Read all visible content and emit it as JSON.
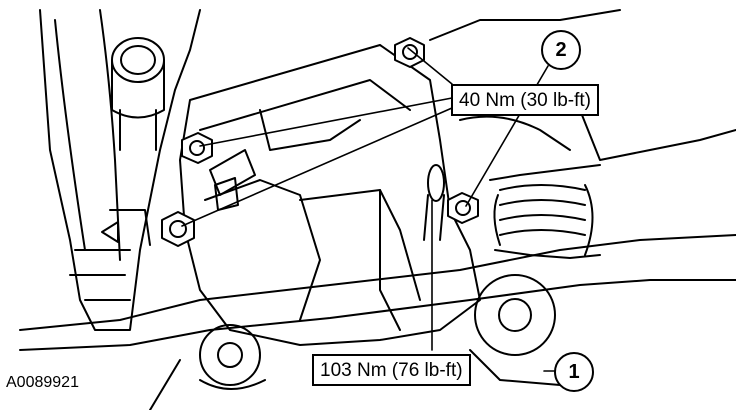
{
  "figure": {
    "id": "A0089921"
  },
  "callouts": [
    {
      "number": "1",
      "torque": "103 Nm (76 lb-ft)"
    },
    {
      "number": "2",
      "torque": "40 Nm (30 lb-ft)"
    }
  ],
  "colors": {
    "ink": "#000000",
    "paper": "#ffffff"
  }
}
